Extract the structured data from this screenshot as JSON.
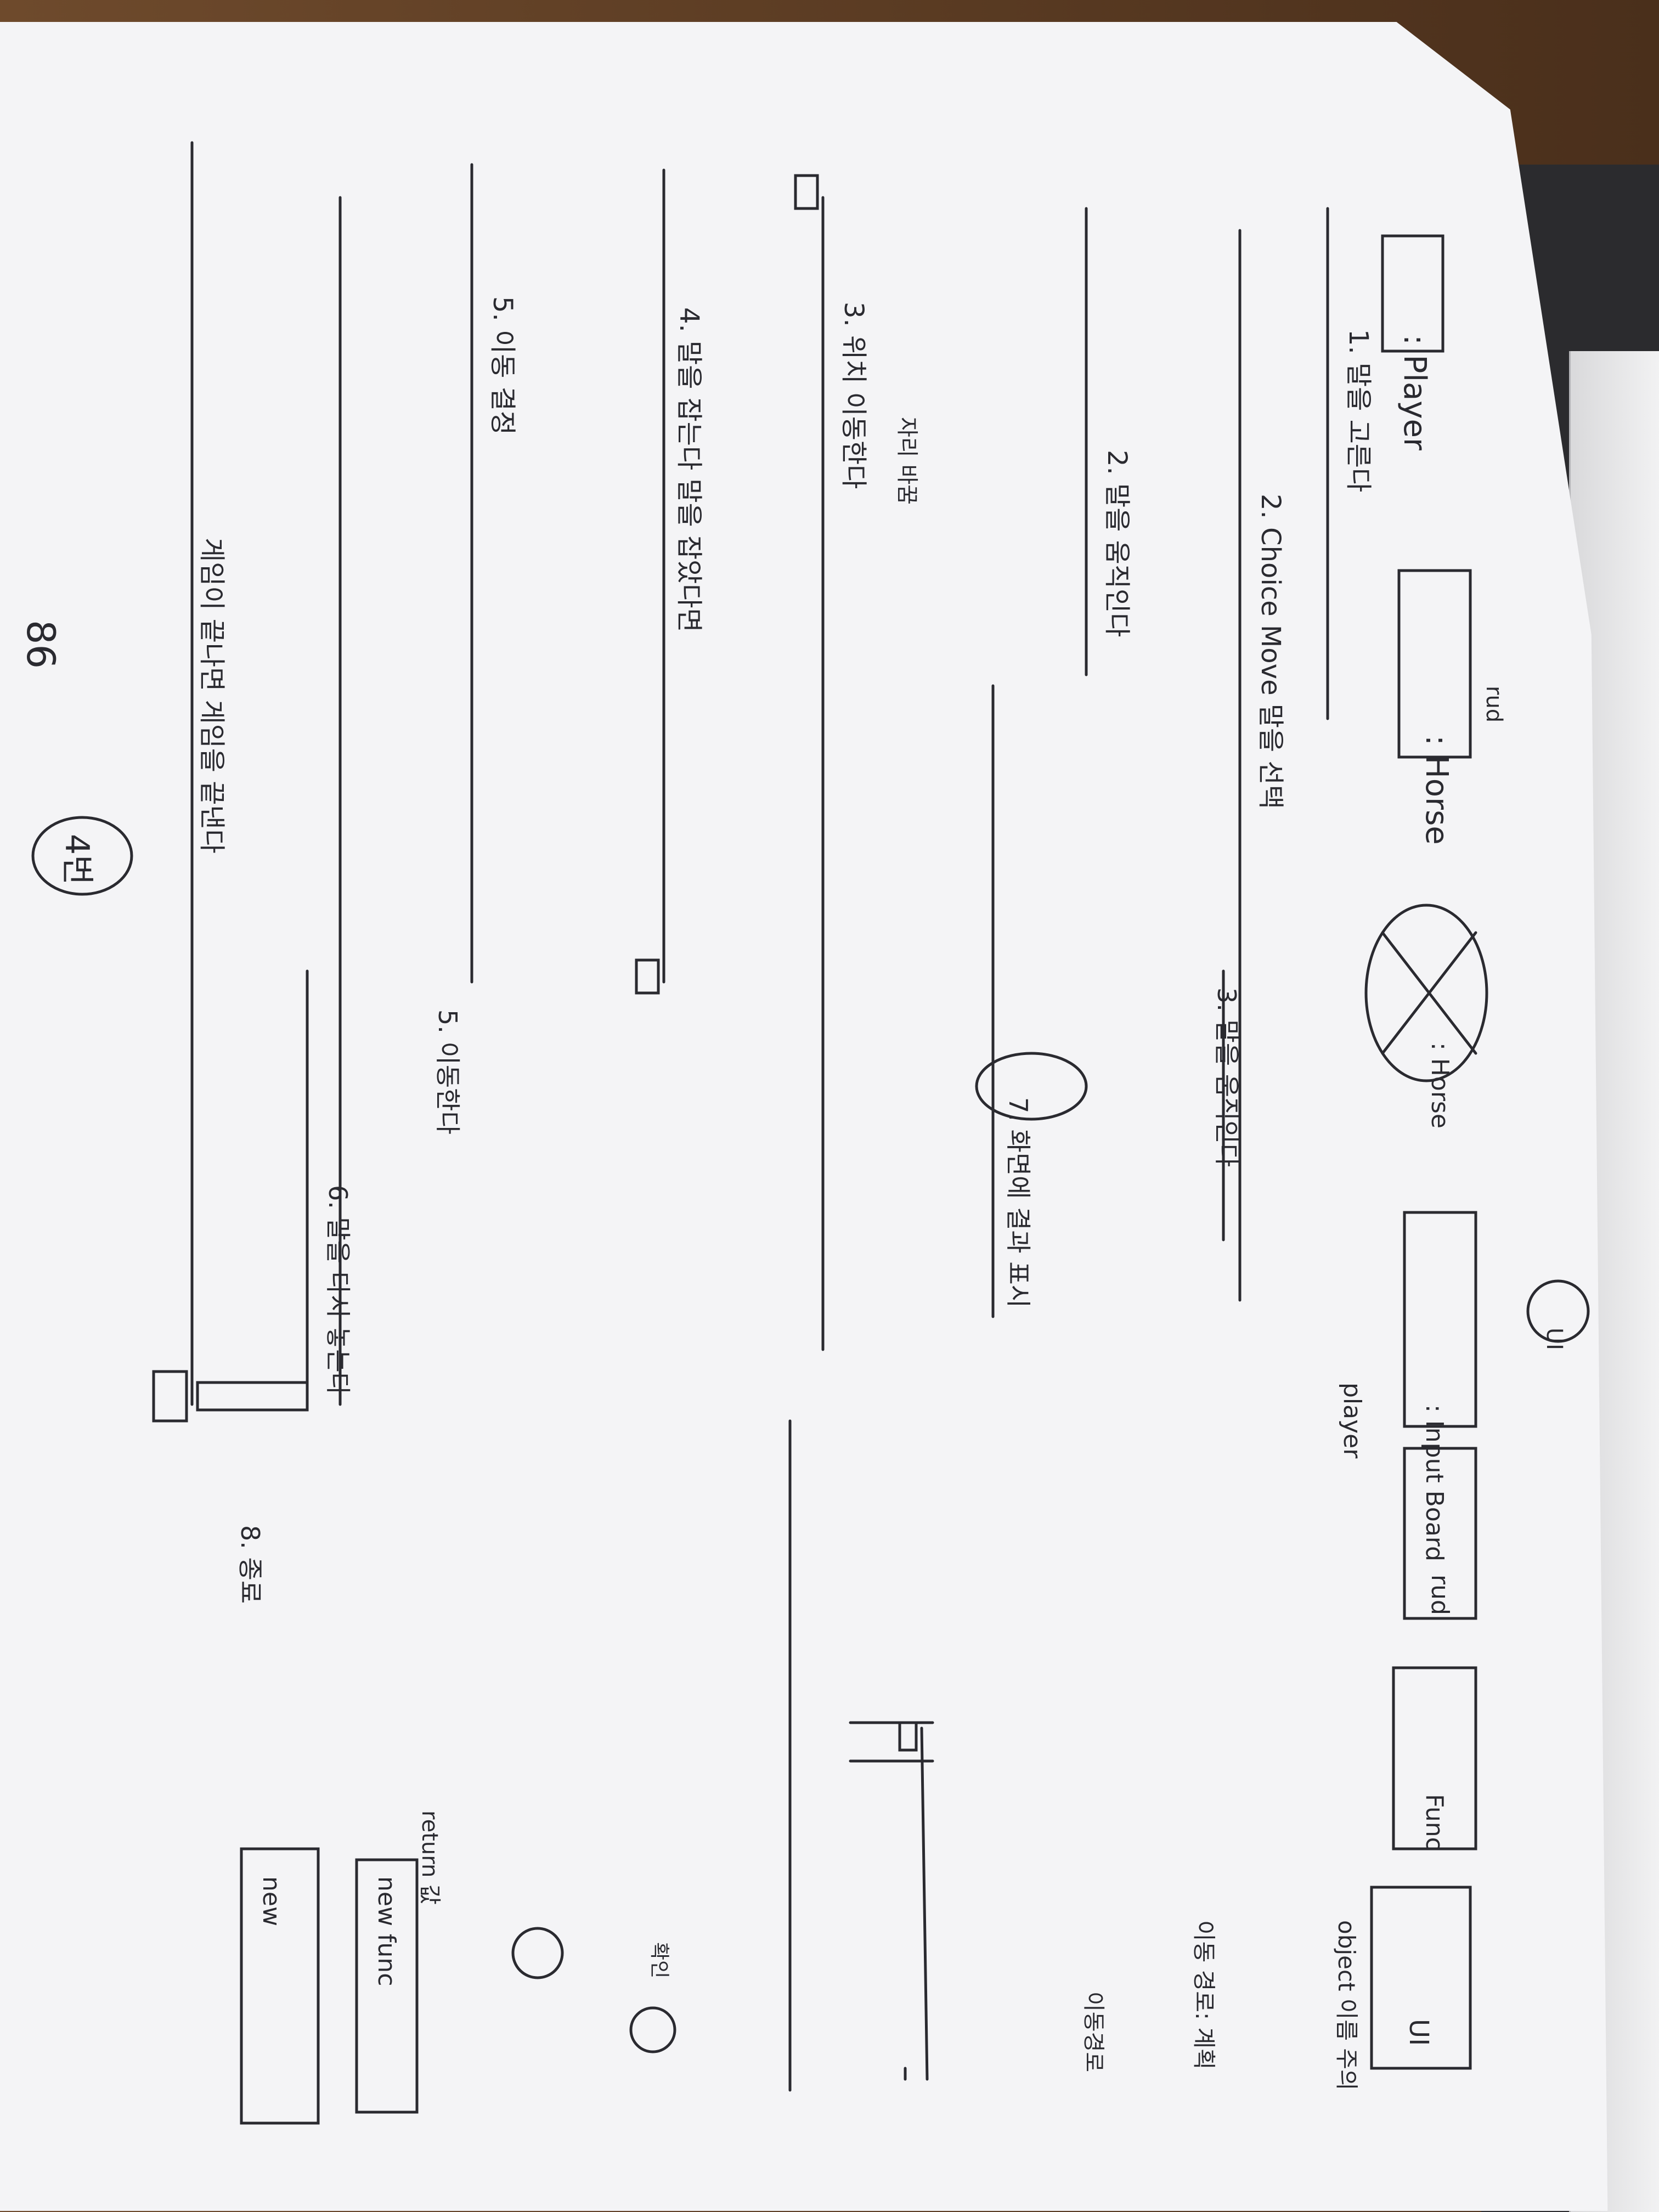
{
  "photo": {
    "subject": "hand-drawn sequence diagram on paper",
    "colors": {
      "paper": "#f4f4f6",
      "ink": "#2a2a30",
      "desk": "#5a3a22"
    }
  },
  "objects": {
    "player": ": Player",
    "horse": ": Horse",
    "horse_note": "rud",
    "horse2": ": Horse",
    "ui": "UI",
    "list_label": ": Input Board",
    "list_note": "player",
    "rud": "rud",
    "func": "Func",
    "ui2": "UI"
  },
  "messages": {
    "m1": "1. 말을 고른다",
    "m2": "2. Choice Move 말을 선택",
    "m2b": "2. 말을 움직인다",
    "m3a": "3. 말을 움직인다",
    "m3b": "3. 위치 이동한다",
    "m3note": "자리 바꿈",
    "m4": "4. 말을 잡는다 말을 잡았다면",
    "m5": "5. 이동 결정",
    "m5b": "5. 이동한다",
    "m6": "6. 말을 다시 놓는다",
    "m7": "7. 화면에 결과 표시",
    "m8": "8. 종료",
    "m_end": "게임이 끝나면 게임을 끝낸다"
  },
  "side_notes": {
    "obj_note": "object 이름 주의",
    "attr_note": "이동 경로: 계획",
    "attr_sub": "이동경로",
    "new_func": "new func",
    "return_note": "return 값",
    "check": "확인",
    "new_label": "new",
    "number_86": "86",
    "circle_note": "4번"
  }
}
